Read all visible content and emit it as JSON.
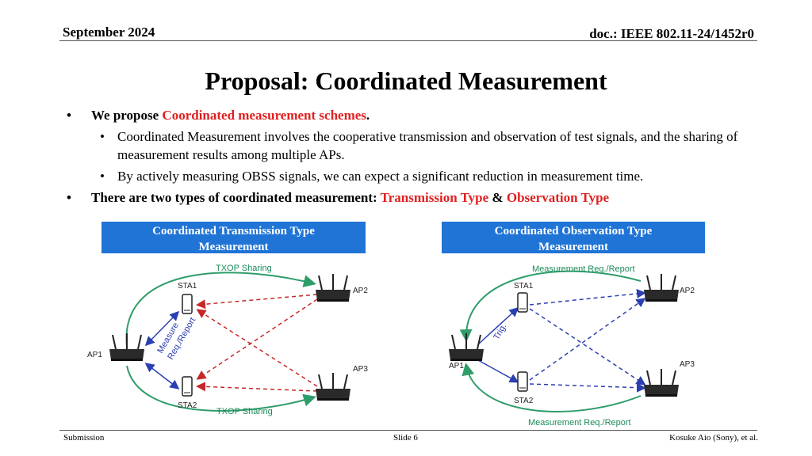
{
  "header": {
    "date": "September 2024",
    "doc": "doc.: IEEE 802.11-24/1452r0"
  },
  "title": "Proposal: Coordinated Measurement",
  "bullets": {
    "b1_pre": "We propose ",
    "b1_red": "Coordinated measurement schemes",
    "b1_post": ".",
    "sub1": "Coordinated Measurement involves the cooperative transmission and observation of test signals, and the sharing of measurement results among multiple APs.",
    "sub2": "By actively measuring OBSS signals, we can expect a significant reduction in measurement time.",
    "b2_pre": "There are two types of coordinated measurement: ",
    "b2_red1": "Transmission Type",
    "b2_mid": " & ",
    "b2_red2": "Observation Type"
  },
  "boxes": {
    "left_line1": "Coordinated Transmission Type",
    "left_line2": "Measurement",
    "right_line1": "Coordinated Observation Type",
    "right_line2": "Measurement"
  },
  "left_diagram": {
    "sta1": "STA1",
    "sta2": "STA2",
    "ap1": "AP1",
    "ap2": "AP2",
    "ap3": "AP3",
    "top_arrow": "TXOP Sharing",
    "bottom_arrow": "TXOP Sharing",
    "measure1": "Measure",
    "measure2": "Req./Report"
  },
  "right_diagram": {
    "sta1": "STA1",
    "sta2": "STA2",
    "ap1": "AP1",
    "ap2": "AP2",
    "ap3": "AP3",
    "top_arrow": "Measurement Req./Report",
    "bottom_arrow": "Measurement Req./Report",
    "trig": "Trig."
  },
  "footer": {
    "left": "Submission",
    "center": "Slide 6",
    "right": "Kosuke Aio (Sony), et al."
  },
  "colors": {
    "box_blue": "#1f74d6",
    "highlight_red": "#e02020",
    "green_arrow": "#2e9d6a",
    "red_dashed": "#c62828",
    "blue_dashed": "#2b3fb0"
  }
}
